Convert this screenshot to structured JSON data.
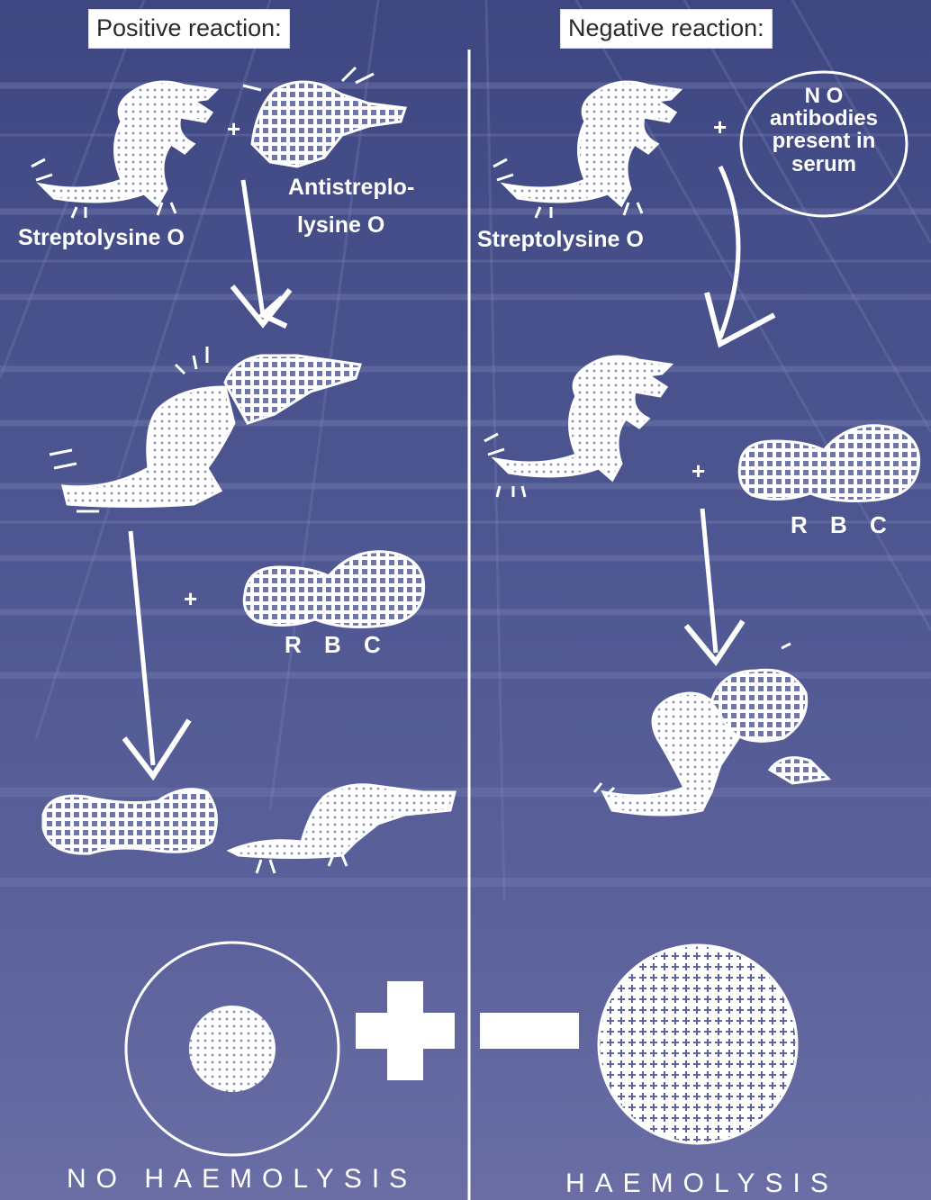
{
  "positive": {
    "title": "Positive reaction:",
    "streptolysine_label": "Streptolysine O",
    "antistreptolysine_label_line1": "Antistreplo-",
    "antistreptolysine_label_line2": "lysine O",
    "plus_1": "+",
    "plus_2": "+",
    "rbc_label": "R B C",
    "result": "NO HAEMOLYSIS"
  },
  "negative": {
    "title": "Negative reaction:",
    "streptolysine_label": "Streptolysine O",
    "no_antibodies_lines": [
      "N O",
      "antibodies",
      "present in",
      "serum"
    ],
    "plus_1": "+",
    "plus_2": "+",
    "rbc_label": "R B C",
    "result": "HAEMOLYSIS"
  },
  "colors": {
    "background_top": "#3f4782",
    "background_bottom": "#6a6ea5",
    "foreground": "#ffffff"
  }
}
